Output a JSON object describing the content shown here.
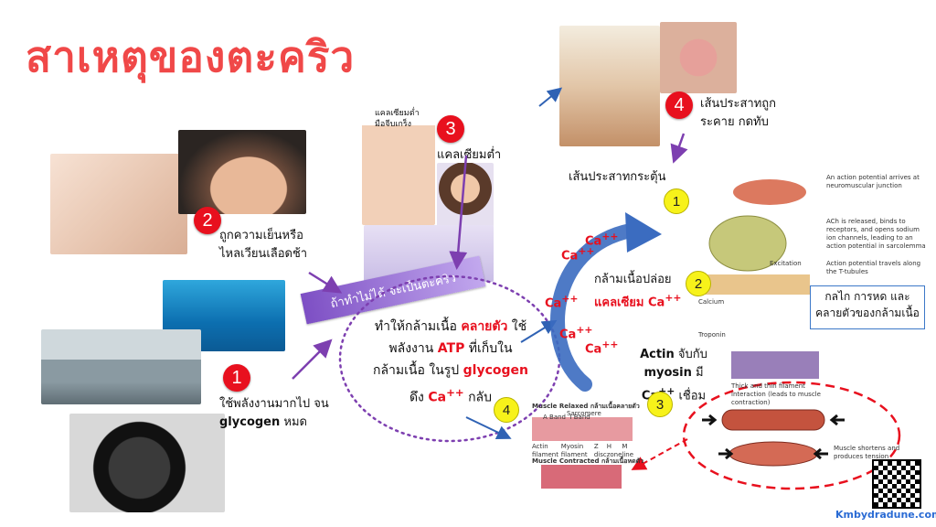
{
  "title": "สาเหตุของตะคริว",
  "cause1": {
    "num": "1",
    "line1": "ใช้พลังงานมากไป จน",
    "glycogen": "glycogen",
    "line2_suffix": " หมด"
  },
  "cause2": {
    "num": "2",
    "line1": "ถูกความเย็นหรือ",
    "line2": "ไหลเวียนเลือดช้า"
  },
  "cause3": {
    "num": "3",
    "label": "แคลเซียมต่ำ",
    "photo_caption_1": "แคลเซียมต่ำ",
    "photo_caption_2": "มือจีบเกร็ง"
  },
  "cause4": {
    "num": "4",
    "line1": "เส้นประสาทถูก",
    "line2": "ระคาย กดทับ"
  },
  "banner": "ถ้าทำไม่ได้ จะเป็นตะคริว",
  "center": {
    "l1a": "ทำให้กล้ามเนื้อ ",
    "l1b": "คลายตัว",
    "l1c": " ใช้",
    "l2a": "พลังงาน ",
    "l2b": "ATP",
    "l2c": " ที่เก็บใน",
    "l3a": "กล้ามเนื้อ ในรูป ",
    "l3b": "glycogen",
    "l4a": "ดึง ",
    "l4b": "Ca",
    "l4sup": "++",
    "l4c": " กลับ"
  },
  "step1": {
    "num": "1",
    "label": "เส้นประสาทกระตุ้น"
  },
  "step2": {
    "num": "2",
    "line1": "กล้ามเนื้อปล่อย",
    "line2": "แคลเซียม Ca",
    "sup": "++"
  },
  "step3": {
    "num": "3",
    "actin": "Actin",
    "mid": " จับกับ ",
    "myosin": "myosin",
    "tail": " มี",
    "ca": "Ca",
    "sup": "++",
    "bind": " เชื่อม"
  },
  "step4": {
    "num": "4"
  },
  "ca_label": "Ca",
  "ca_sup": "++",
  "box_right": {
    "line1": "กลไก การหด และ",
    "line2": "คลายตัวของกล้ามเนื้อ"
  },
  "diagram_labels": {
    "ap_arrives": "An action potential arrives at neuromuscular junction",
    "ach": "ACh is released, binds to receptors, and opens sodium ion channels, leading to an action potential in sarcolemma",
    "excitation": "Excitation",
    "ap_travels": "Action potential travels along the T-tubules",
    "calcium": "Calcium",
    "troponin": "Troponin",
    "thick_thin": "Thick and thin filament interaction (leads to muscle contraction)",
    "shortens": "Muscle shortens and produces tension",
    "relaxed": "Muscle Relaxed",
    "relaxed_th": "กล้ามเนื้อคลายตัว",
    "contracted": "Muscle Contracted",
    "contracted_th": "กล้ามเนื้อหดตัว",
    "sarcomere": "Sarcomere",
    "aband": "A Band",
    "iband": "I Band",
    "actin": "Actin filament",
    "myosin": "Myosin filament",
    "zdisc": "Z disc",
    "hzone": "H zone",
    "mline": "M line"
  },
  "footer": "Kmbydradune.com",
  "colors": {
    "title": "#f04848",
    "badge": "#e8101e",
    "yellow_badge": "#f7f21a",
    "arrow_purple": "#7d3fb0",
    "arrow_blue": "#2f62b4",
    "dash_red": "#e8101e"
  }
}
